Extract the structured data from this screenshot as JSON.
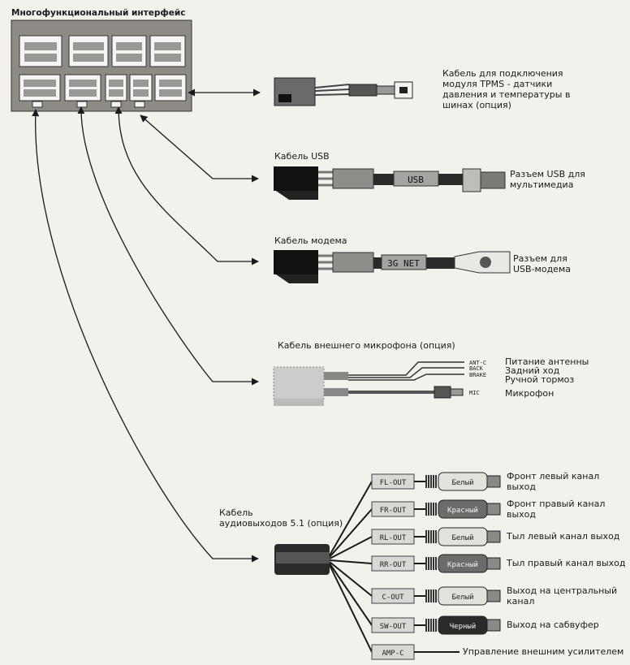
{
  "interface": {
    "title": "Многофункциональный интерфейс"
  },
  "cables": {
    "tpms": {
      "desc_lines": [
        "Кабель для подключения",
        "модуля TPMS - датчики",
        "давления и температуры в",
        "шинах (опция)"
      ]
    },
    "usb": {
      "title": "Кабель USB",
      "plug_text": "USB",
      "desc_lines": [
        "Разъем USB для",
        "мультимедиа"
      ]
    },
    "modem": {
      "title": "Кабель модема",
      "plug_text": "3G NET",
      "desc_lines": [
        "Разъем для",
        "USB-модема"
      ]
    },
    "mic": {
      "title": "Кабель внешнего микрофона (опция)",
      "wire_codes": [
        "ANT-C",
        "BACK",
        "BRAKE",
        "MIC"
      ],
      "wire_labels": [
        "Питание антенны",
        "Задний ход",
        "Ручной тормоз",
        "Микрофон"
      ]
    },
    "audio": {
      "title_lines": [
        "Кабель",
        "аудиовыходов 5.1 (опция)"
      ],
      "channels": [
        {
          "code": "FL-OUT",
          "color_name": "Белый",
          "color": "#e2e2dd",
          "label_lines": [
            "Фронт левый канал",
            "выход"
          ]
        },
        {
          "code": "FR-OUT",
          "color_name": "Красный",
          "color": "#6b6b6b",
          "label_lines": [
            "Фронт правый канал",
            "выход"
          ]
        },
        {
          "code": "RL-OUT",
          "color_name": "Белый",
          "color": "#e2e2dd",
          "label_lines": [
            "Тыл левый канал выход"
          ]
        },
        {
          "code": "RR-OUT",
          "color_name": "Красный",
          "color": "#6b6b6b",
          "label_lines": [
            "Тыл правый канал выход"
          ]
        },
        {
          "code": "C-OUT",
          "color_name": "Белый",
          "color": "#e2e2dd",
          "label_lines": [
            "Выход на центральный",
            "канал"
          ]
        },
        {
          "code": "SW-OUT",
          "color_name": "Черный",
          "color": "#2a2a2a",
          "label_lines": [
            "Выход на сабвуфер"
          ]
        }
      ],
      "amp": {
        "code": "AMP-C",
        "label": "Управление внешним усилителем"
      }
    }
  }
}
